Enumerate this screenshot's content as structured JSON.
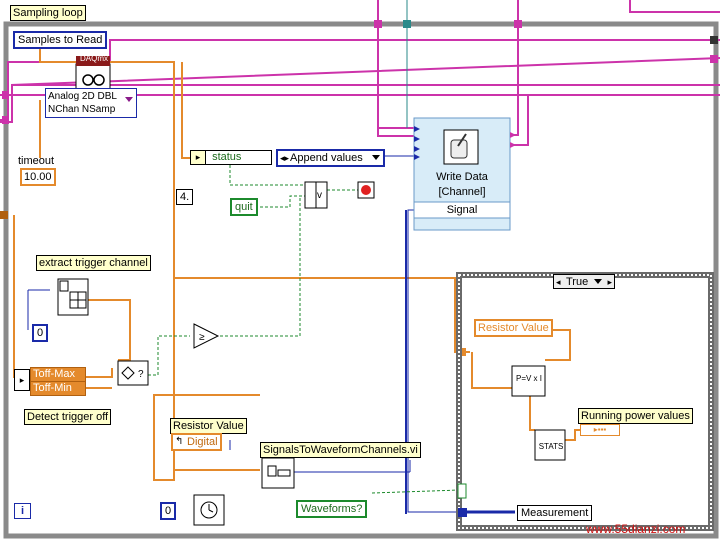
{
  "loop": {
    "label": "Sampling loop",
    "iteration": "i"
  },
  "controls": {
    "samples_to_read": "Samples to Read",
    "daqmx_badge": "DAQmx",
    "read_mode_line1": "Analog 2D DBL",
    "read_mode_line2": "NChan NSamp",
    "timeout_label": "timeout",
    "timeout_value": "10.00",
    "status": "status",
    "append_values": "Append values",
    "quit": "quit",
    "index_constant": "4.",
    "extract_label": "extract trigger channel",
    "zero_constant_1": "0",
    "toff_max": "Toff-Max",
    "toff_min": "Toff-Min",
    "detect_label": "Detect trigger off",
    "resistor_label": "Resistor Value",
    "resistor_digital": "Digital",
    "signals_vi": "SignalsToWaveformChannels.vi",
    "waveforms": "Waveforms?",
    "zero_constant_2": "0"
  },
  "write_data": {
    "line1": "Write Data",
    "line2": "[Channel]",
    "signal": "Signal"
  },
  "case_structure": {
    "selector": "True",
    "resistor_value": "Resistor Value",
    "formula": "P=V x I",
    "stats": "STATS",
    "running_power": "Running power values",
    "measurement": "Measurement"
  },
  "watermark": "www.55dianzi.com",
  "colors": {
    "pink_wire": "#cc33aa",
    "orange_wire": "#e48a2c",
    "blue_wire": "#1a2aa8",
    "green_wire": "#1c8a2c",
    "loop_border": "#8a8a8a"
  }
}
